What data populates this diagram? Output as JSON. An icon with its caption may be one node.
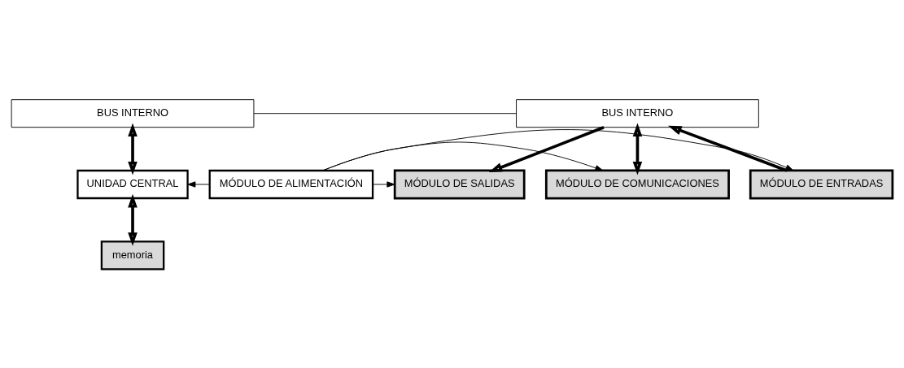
{
  "diagram": {
    "nodes": [
      {
        "text": [
          "BUS INTERNO"
        ]
      },
      {
        "text": [
          "BUS INTERNO"
        ]
      },
      {
        "text": [
          "MÓDULO DE ALIMENTACIÓN"
        ]
      },
      {
        "text": [
          "UNIDAD CENTRAL"
        ]
      },
      {
        "text": [
          "memoria"
        ]
      },
      {
        "text": [
          "MÓDULO DE ENTRADAS"
        ]
      },
      {
        "text": [
          "MÓDULO DE SALIDAS"
        ]
      },
      {
        "text": [
          "MÓDULO DE COMUNICACIONES"
        ]
      }
    ],
    "edges": [
      {
        "from": 2,
        "to": 3,
        "arrow": "to"
      },
      {
        "from": 2,
        "to": 5,
        "arrow": "to"
      },
      {
        "from": 2,
        "to": 6,
        "arrow": "to"
      },
      {
        "from": 2,
        "to": 7,
        "arrow": "to"
      },
      {
        "from": 0,
        "to": 3,
        "arrow": "both",
        "style": "thick"
      },
      {
        "from": 5,
        "to": 1,
        "arrow": "to",
        "style": "thick"
      },
      {
        "from": 1,
        "to": 6,
        "arrow": "to",
        "style": "thick"
      },
      {
        "from": 1,
        "to": 7,
        "arrow": "both",
        "style": "thick"
      },
      {
        "from": 3,
        "to": 4,
        "arrow": "both",
        "style": "thick"
      },
      {
        "from": 0,
        "to": 1,
        "arrow": "none"
      }
    ]
  }
}
